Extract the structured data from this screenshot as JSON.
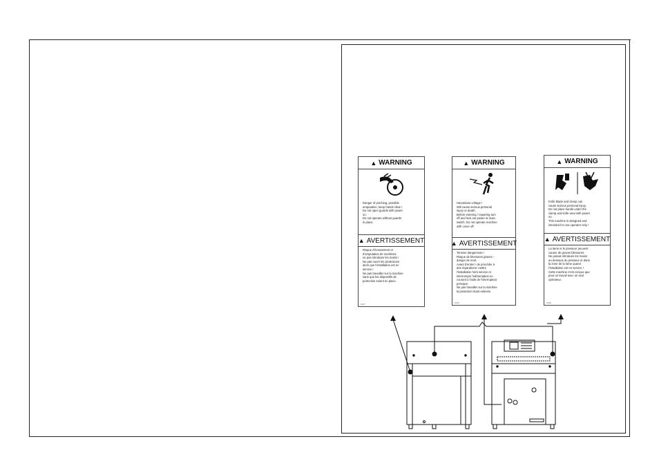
{
  "labels": [
    {
      "header": "WARNING",
      "pictogram": "pinch-hazard-icon",
      "text_en": "Danger of pinching, possible\namputation, keep hands clear !\nDo not open guards with power\non.\nDo not operate without guards\nin place.",
      "header_fr": "AVERTISSEMENT",
      "text_fr": "Risque d'écrasement et\nd'amputation de membres,\nne pas introduire les mains !\nNe pas ouvrir les protections\nalors que l'installation est en\nservice !\nNe pas travailler sur la machine\nsans que les dispositifs de\nprotection soient en place.",
      "code": "0347"
    },
    {
      "header": "WARNING",
      "pictogram": "electric-shock-icon",
      "text_en": "Hazardous voltage !\nWill cause serious personal\ninjury or death.\nBefore entering / repairing turn\noff and lock out power at main\nswitch. Do not operate machine\nwith cover off.",
      "header_fr": "AVERTISSEMENT",
      "text_fr": "Tension dangereuse !\nRisque de blessures graves -\ndanger de mort.\nAvant d'entrer / de procéder à\ndes réparations: mettre\nl'installation hors service et\ninterrompre l'alimentation en\ncourant à l'aide de l'interrupteur\nprincipal.\nNe pas travailler sur la machine\nla protection étant enlevée.",
      "code": "0346"
    },
    {
      "header": "WARNING",
      "pictogram": "blade-clamp-hazard-icon",
      "text_en": "Knife blade and clamp can\ncause serious personal injury.\nDo not place hands under the\nclamp and knife area with power\non.\nThis machine is designed and\nintended for one operator only !",
      "header_fr": "AVERTISSEMENT",
      "text_fr": "La lame et le presseur peuvent\ncauser de graves blessures.\nNe jamais introduire les mains\nau-dessous du presseur et dans\nla zone de la lame quand\nl'installation est en service !\nCette machine n'est conçue que\npour un travail avec un seul\nopérateur.",
      "code": "0348"
    }
  ]
}
